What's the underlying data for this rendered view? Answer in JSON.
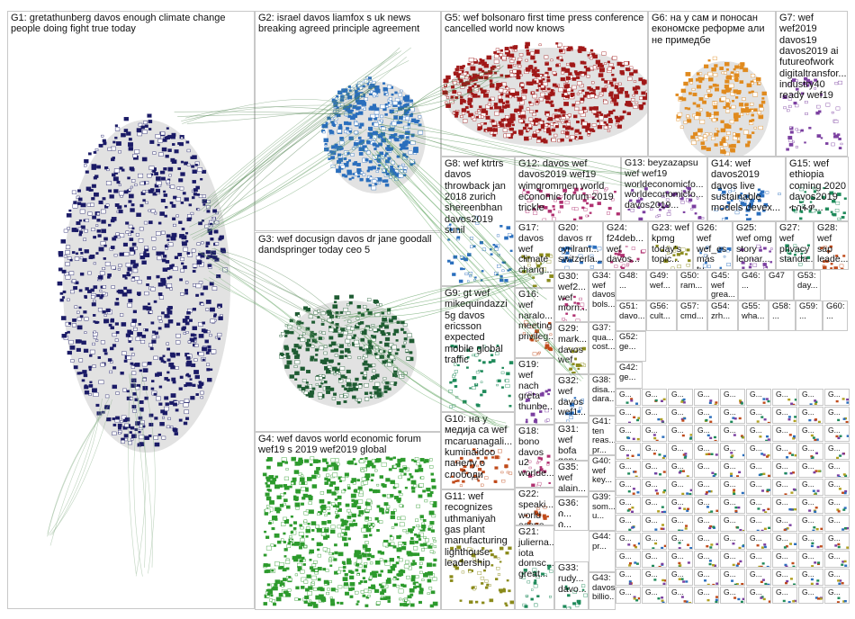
{
  "groups": [
    {
      "id": "G1",
      "label": "G1: gretathunberg davos enough climate change people doing fight true today",
      "color": "#1a1a66"
    },
    {
      "id": "G2",
      "label": "G2: israel davos liamfox s uk news breaking agreed principle agreement",
      "color": "#2a6ebd"
    },
    {
      "id": "G3",
      "label": "G3: wef docusign davos dr jane goodall dandspringer today ceo 5",
      "color": "#1e5b32"
    },
    {
      "id": "G4",
      "label": "G4: wef davos world economic forum wef19 s 2019 wef2019 global",
      "color": "#2c9a2c"
    },
    {
      "id": "G5",
      "label": "G5: wef bolsonaro first time press conference cancelled world now knows",
      "color": "#a01818"
    },
    {
      "id": "G6",
      "label": "G6: на у сам и поносан економске реформе али не примедбе",
      "color": "#e08a1e"
    },
    {
      "id": "G7",
      "label": "G7: wef wef2019 davos19 davos2019 ai futureofwork digitaltransfor... industry40 ready wef19",
      "color": "#6a4a9a"
    },
    {
      "id": "G8",
      "label": "G8: wef ktrtrs davos throwback jan 2018 zurich shereenbhan davos2019 sunil",
      "color": "#444"
    },
    {
      "id": "G9",
      "label": "G9: gt wef mikequindazzi 5g davos ericsson expected mobile global traffic",
      "color": "#444"
    },
    {
      "id": "G10",
      "label": "G10: на у медија са wef mcaruanagali... kuminaidoo панелу о слободи",
      "color": "#444"
    },
    {
      "id": "G11",
      "label": "G11: wef recognizes uthmaniyah gas plant manufacturing lighthouse leadership",
      "color": "#444"
    },
    {
      "id": "G12",
      "label": "G12: davos wef davos2019 wef19 wimgrommen world economic forum 2019 trickle",
      "color": "#444"
    },
    {
      "id": "G13",
      "label": "G13: beyzazapsu wef wef19 worldeconomicfo... worldeconomicfo... davos2019...",
      "color": "#444"
    },
    {
      "id": "G14",
      "label": "G14: wef davos2019 davos live sustainable models devex...",
      "color": "#444"
    },
    {
      "id": "G15",
      "label": "G15: wef ethiopia coming 2020 davos2019 ተስፋዋ...",
      "color": "#444"
    },
    {
      "id": "G16",
      "label": "G16: wef naralo... meeting privileg...",
      "color": "#444"
    },
    {
      "id": "G17",
      "label": "G17: davos wef climate chang...",
      "color": "#444"
    },
    {
      "id": "G18",
      "label": "G18: bono davos u2 worlde...",
      "color": "#444"
    },
    {
      "id": "G19",
      "label": "G19: wef nach greta thunbe...",
      "color": "#444"
    },
    {
      "id": "G20",
      "label": "G20: davos rr cyrilram... switzerla...",
      "color": "#444"
    },
    {
      "id": "G21",
      "label": "G21: julierna... iota domsc... great...",
      "color": "#444"
    },
    {
      "id": "G22",
      "label": "G22: speaki... world econo...",
      "color": "#444"
    },
    {
      "id": "G23",
      "label": "G23: wef kpmg today's topic...",
      "color": "#444"
    },
    {
      "id": "G24",
      "label": "G24: f24deb... wef davos...",
      "color": "#444"
    },
    {
      "id": "G25",
      "label": "G25: wef omg story leonar...",
      "color": "#444"
    },
    {
      "id": "G26",
      "label": "G26: wef wef_es más tu...",
      "color": "#444"
    },
    {
      "id": "G27",
      "label": "G27: wef privacy standa...",
      "color": "#444"
    },
    {
      "id": "G28",
      "label": "G28: wef sap leade...",
      "color": "#444"
    },
    {
      "id": "G29",
      "label": "G29: mark... davos wef",
      "color": "#444"
    },
    {
      "id": "G30",
      "label": "G30: wef2... wef morn...",
      "color": "#444"
    },
    {
      "id": "G31",
      "label": "G31: wef bofa gary",
      "color": "#444"
    },
    {
      "id": "G32",
      "label": "G32: wef davos wef1...",
      "color": "#444"
    },
    {
      "id": "G33",
      "label": "G33: rudy... davo...",
      "color": "#444"
    },
    {
      "id": "G34",
      "label": "G34: wef davos bols...",
      "color": "#444"
    },
    {
      "id": "G35",
      "label": "G35: wef alain...",
      "color": "#444"
    },
    {
      "id": "G36",
      "label": "G36: ሰ... ሰ...",
      "color": "#444"
    },
    {
      "id": "G37",
      "label": "G37: qua... cost...",
      "color": "#444"
    },
    {
      "id": "G38",
      "label": "G38: disa... dara...",
      "color": "#444"
    },
    {
      "id": "G39",
      "label": "G39: som... u...",
      "color": "#444"
    },
    {
      "id": "G40",
      "label": "G40: wef key...",
      "color": "#444"
    },
    {
      "id": "G41",
      "label": "G41: ten reas... pr...",
      "color": "#444"
    },
    {
      "id": "G42",
      "label": "G42: ge...",
      "color": "#444"
    },
    {
      "id": "G43",
      "label": "G43: davos billio...",
      "color": "#444"
    },
    {
      "id": "G44",
      "label": "G44: pr...",
      "color": "#444"
    },
    {
      "id": "G45",
      "label": "G45: wef grea...",
      "color": "#444"
    },
    {
      "id": "G46",
      "label": "G46: ...",
      "color": "#444"
    },
    {
      "id": "G47",
      "label": "G47",
      "color": "#444"
    },
    {
      "id": "G48",
      "label": "G48: ...",
      "color": "#444"
    },
    {
      "id": "G49",
      "label": "G49: wef...",
      "color": "#444"
    },
    {
      "id": "G50",
      "label": "G50: ram...",
      "color": "#444"
    },
    {
      "id": "G51",
      "label": "G51: davo...",
      "color": "#444"
    },
    {
      "id": "G52",
      "label": "G52: ge...",
      "color": "#444"
    },
    {
      "id": "G53",
      "label": "G53: day...",
      "color": "#444"
    },
    {
      "id": "G54",
      "label": "G54: zrh...",
      "color": "#444"
    },
    {
      "id": "G55",
      "label": "G55: wha...",
      "color": "#444"
    },
    {
      "id": "G56",
      "label": "G56: cult...",
      "color": "#444"
    },
    {
      "id": "G57",
      "label": "G57: cmd...",
      "color": "#444"
    },
    {
      "id": "G58",
      "label": "G58: ...",
      "color": "#444"
    },
    {
      "id": "G59",
      "label": "G59: ...",
      "color": "#444"
    },
    {
      "id": "G60",
      "label": "G60: ...",
      "color": "#444"
    }
  ],
  "small_labels": [
    "G...",
    "G...",
    "G...",
    "G..."
  ]
}
